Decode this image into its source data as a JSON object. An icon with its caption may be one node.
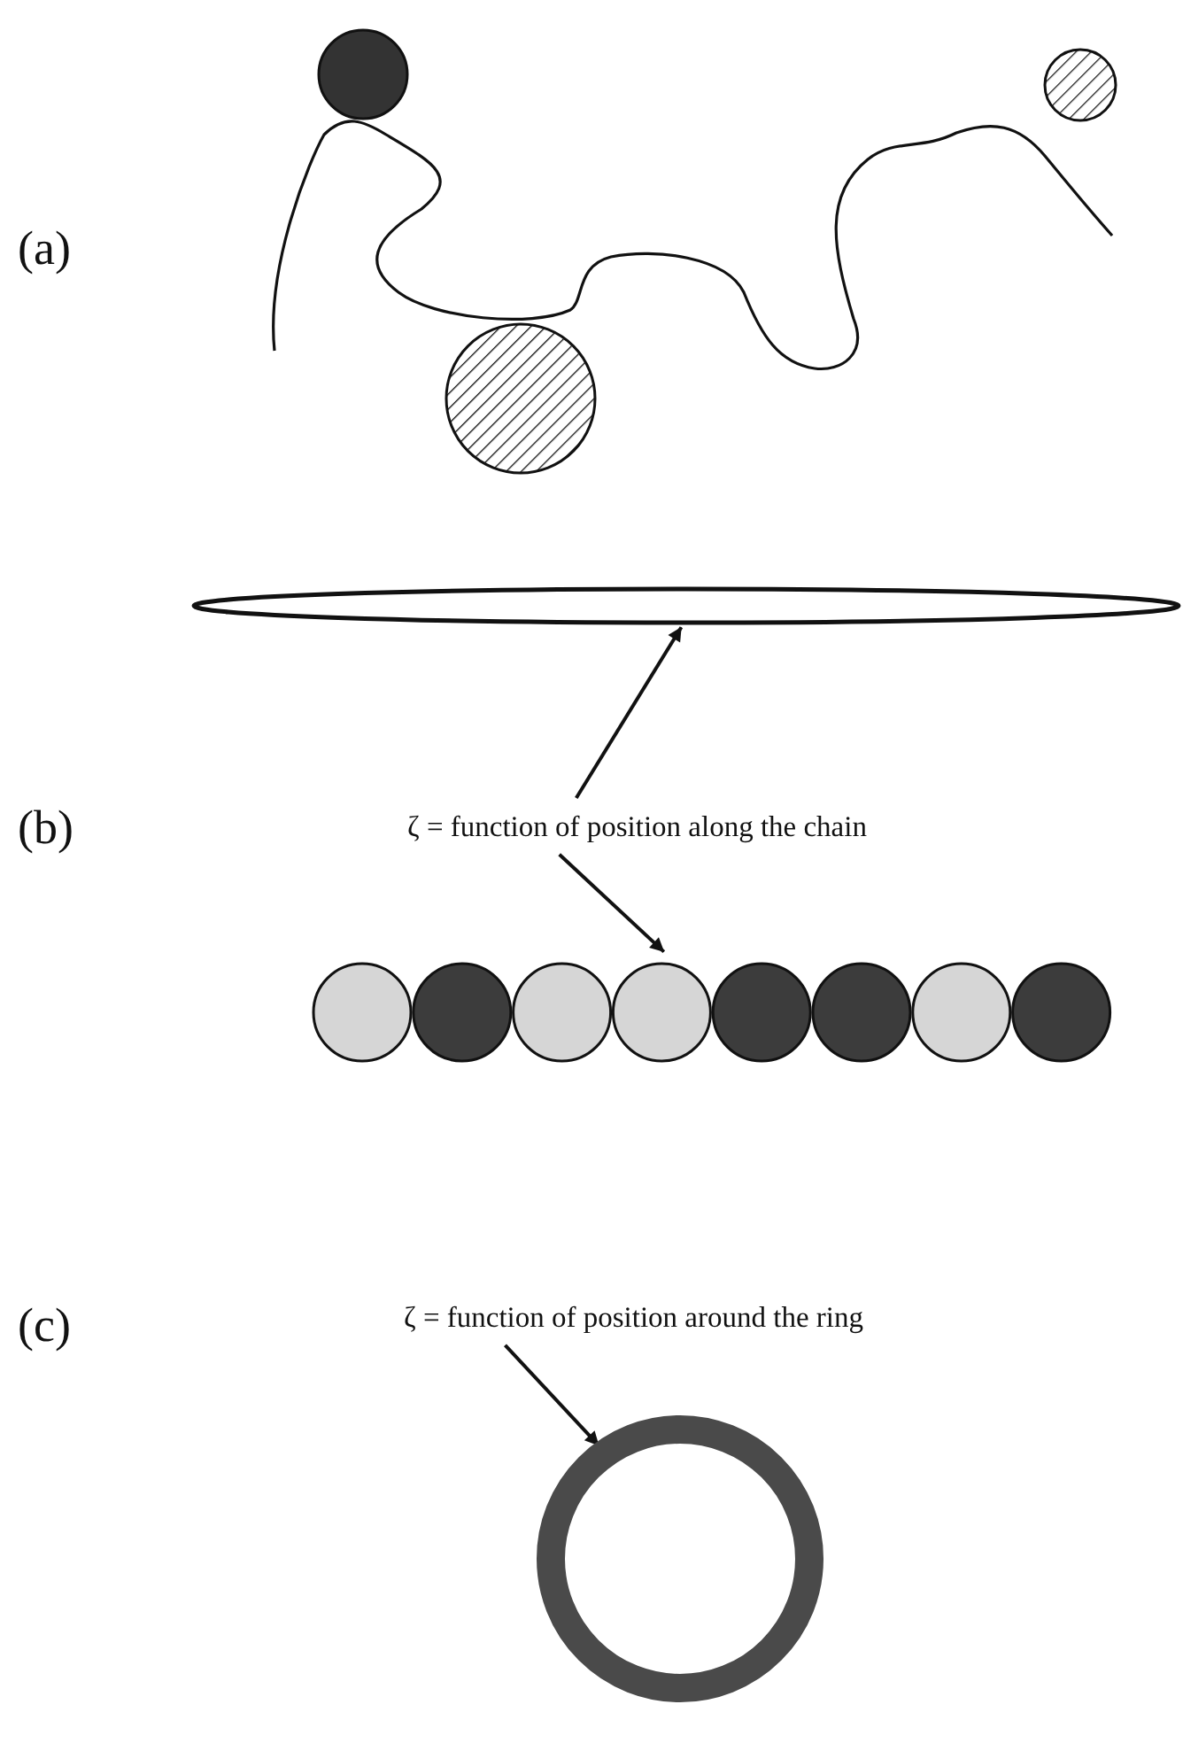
{
  "diagram": {
    "nodes": [
      {
        "text": [
          "ζ = function of position along the chain"
        ]
      },
      {
        "text": [],
        "shape": "ellipse"
      },
      {
        "text": [],
        "shape": "beads"
      },
      {
        "text": [
          "ζ = function of position around the ring"
        ]
      },
      {
        "text": [],
        "shape": "ring"
      }
    ],
    "edges": [
      {
        "from": 0,
        "to": 1,
        "arrow": "to"
      },
      {
        "from": 0,
        "to": 2,
        "arrow": "to"
      },
      {
        "from": 3,
        "to": 4,
        "arrow": "to"
      }
    ],
    "labels": [
      "(a)",
      "(b)",
      "(c)"
    ]
  }
}
